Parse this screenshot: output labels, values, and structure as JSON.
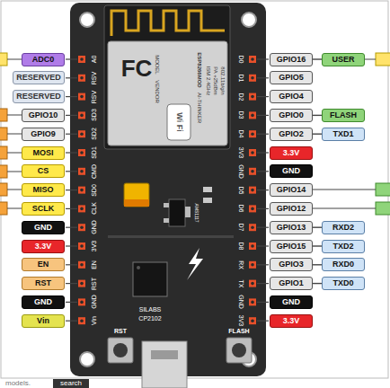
{
  "diagram": {
    "nodes": [
      {
        "text": [
          "ADC0"
        ]
      },
      {
        "text": [
          "RESERVED"
        ]
      },
      {
        "text": [
          "RESERVED"
        ]
      },
      {
        "text": [
          "GPIO10"
        ]
      },
      {
        "text": [
          "GPIO9"
        ]
      },
      {
        "text": [
          "MOSI"
        ]
      },
      {
        "text": [
          "CS"
        ]
      },
      {
        "text": [
          "MISO"
        ]
      },
      {
        "text": [
          "SCLK"
        ]
      },
      {
        "text": [
          "GND"
        ]
      },
      {
        "text": [
          "3.3V"
        ]
      },
      {
        "text": [
          "EN"
        ]
      },
      {
        "text": [
          "RST"
        ]
      },
      {
        "text": [
          "GND"
        ]
      },
      {
        "text": [
          "Vin"
        ]
      },
      {
        "text": [
          "GPIO16"
        ]
      },
      {
        "text": [
          "USER"
        ]
      },
      {
        "text": [
          "GPIO5"
        ]
      },
      {
        "text": [
          "GPIO4"
        ]
      },
      {
        "text": [
          "GPIO0"
        ]
      },
      {
        "text": [
          "FLASH"
        ]
      },
      {
        "text": [
          "GPIO2"
        ]
      },
      {
        "text": [
          "TXD1"
        ]
      },
      {
        "text": [
          "3.3V"
        ]
      },
      {
        "text": [
          "GND"
        ]
      },
      {
        "text": [
          "GPIO14"
        ]
      },
      {
        "text": [
          "GPIO12"
        ]
      },
      {
        "text": [
          "GPIO13"
        ]
      },
      {
        "text": [
          "RXD2"
        ]
      },
      {
        "text": [
          "GPIO15"
        ]
      },
      {
        "text": [
          "TXD2"
        ]
      },
      {
        "text": [
          "GPIO3"
        ]
      },
      {
        "text": [
          "RXD0"
        ]
      },
      {
        "text": [
          "GPIO1"
        ]
      },
      {
        "text": [
          "TXD0"
        ]
      },
      {
        "text": [
          "GND"
        ]
      },
      {
        "text": [
          "3.3V"
        ]
      }
    ],
    "edges": [
      {
        "from": 15,
        "to": 16,
        "arrow": "none"
      },
      {
        "from": 19,
        "to": 20,
        "arrow": "none"
      },
      {
        "from": 21,
        "to": 22,
        "arrow": "none"
      },
      {
        "from": 27,
        "to": 28,
        "arrow": "none"
      },
      {
        "from": 29,
        "to": 30,
        "arrow": "none"
      },
      {
        "from": 31,
        "to": 32,
        "arrow": "none"
      },
      {
        "from": 33,
        "to": 34,
        "arrow": "none"
      }
    ],
    "labels": [
      "A0",
      "RSV",
      "RSV",
      "SD3",
      "SD2",
      "SD1",
      "CMD",
      "SD0",
      "CLK",
      "GND",
      "3V3",
      "EN",
      "RST",
      "GND",
      "Vin",
      "D0",
      "D1",
      "D2",
      "D3",
      "D4",
      "3V3",
      "GND",
      "D5",
      "D6",
      "D7",
      "D8",
      "RX",
      "TX",
      "GND",
      "3V3",
      "FC",
      "MODEL",
      "VENDOR",
      "ESP8266MOD",
      "AI-THINKER",
      "ISM 2.4GHz",
      "PA +25dBm",
      "802.11b/g/n",
      "Wi Fi",
      "AMS1117",
      "SILABS",
      "CP2102",
      "RST",
      "FLASH",
      "models.",
      "search"
    ]
  }
}
